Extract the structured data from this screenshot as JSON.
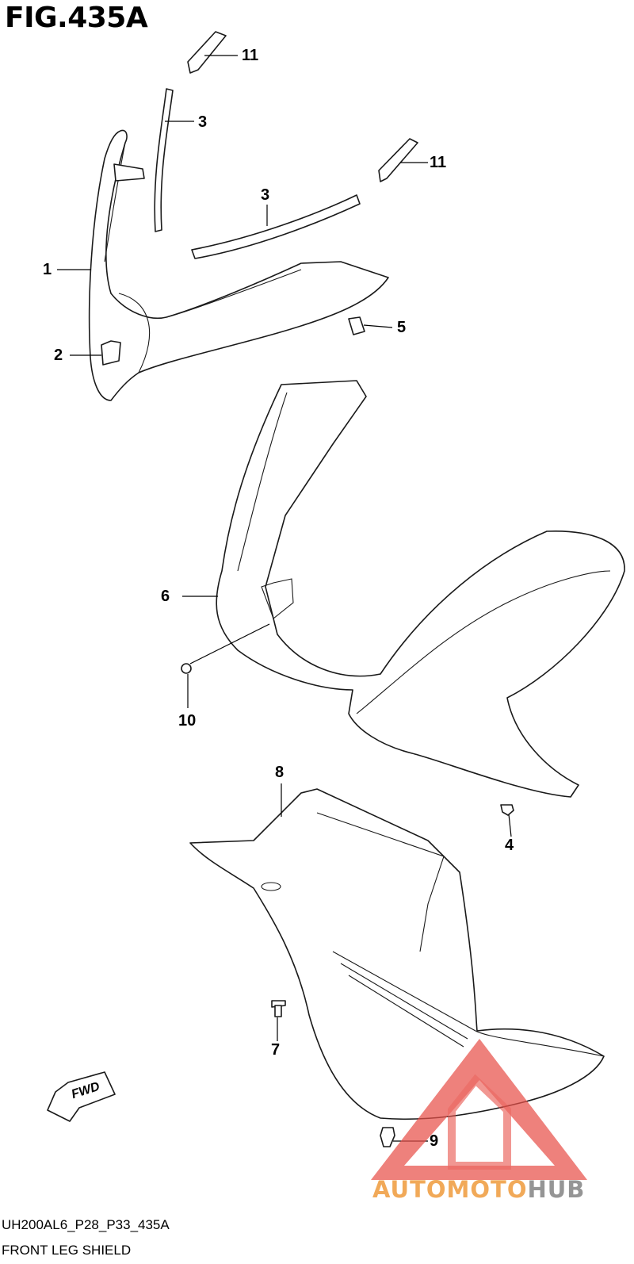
{
  "figure": {
    "title": "FIG.435A",
    "drawing_code": "UH200AL6_P28_P33_435A",
    "caption": "FRONT LEG SHIELD"
  },
  "callouts": [
    {
      "id": "c11a",
      "label": "11"
    },
    {
      "id": "c3a",
      "label": "3"
    },
    {
      "id": "c11b",
      "label": "11"
    },
    {
      "id": "c3b",
      "label": "3"
    },
    {
      "id": "c1",
      "label": "1"
    },
    {
      "id": "c5",
      "label": "5"
    },
    {
      "id": "c2",
      "label": "2"
    },
    {
      "id": "c6",
      "label": "6"
    },
    {
      "id": "c10",
      "label": "10"
    },
    {
      "id": "c8",
      "label": "8"
    },
    {
      "id": "c4",
      "label": "4"
    },
    {
      "id": "c7",
      "label": "7"
    },
    {
      "id": "c9",
      "label": "9"
    }
  ],
  "direction_marker": {
    "label": "FWD"
  },
  "watermark": {
    "text_prefix": "AUTOMOTO",
    "text_suffix": "HUB",
    "accent_color": "#e8514a",
    "prefix_color": "#f0a046",
    "suffix_color": "#8a8a8a"
  }
}
